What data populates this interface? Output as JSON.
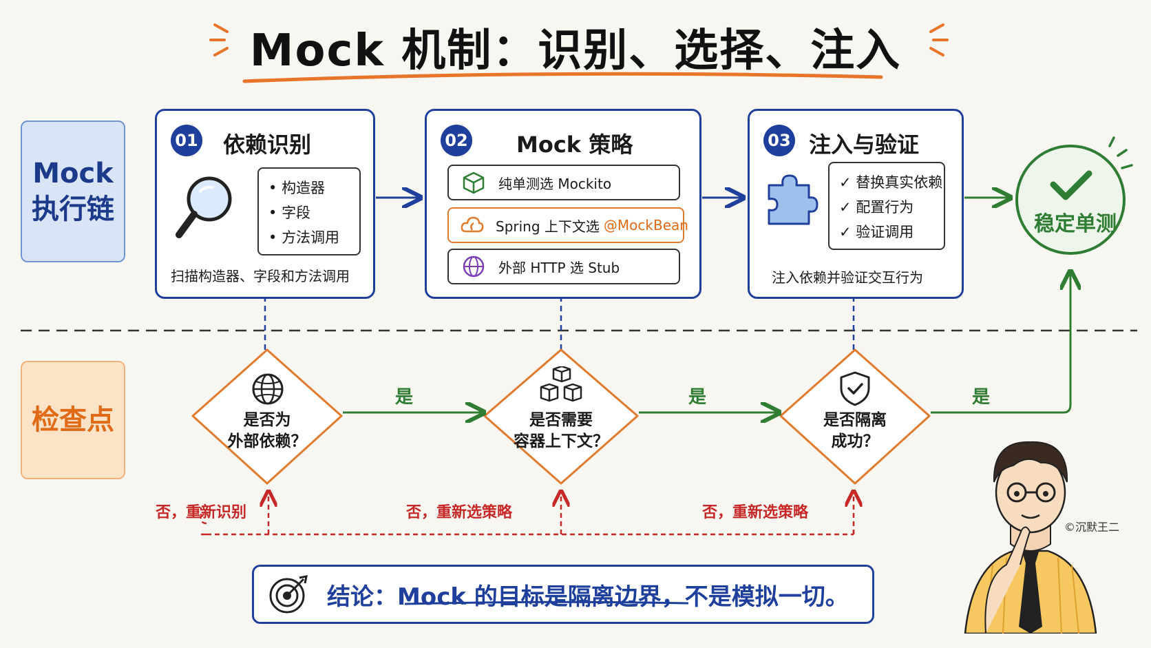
{
  "title": "Mock 机制：识别、选择、注入",
  "side_labels": {
    "chain": "Mock 执行链",
    "checkpoint": "检查点"
  },
  "stages": [
    {
      "number": "01",
      "title": "依赖识别",
      "icon": "magnifier-icon",
      "bullets": [
        "构造器",
        "字段",
        "方法调用"
      ],
      "caption": "扫描构造器、字段和方法调用"
    },
    {
      "number": "02",
      "title": "Mock 策略",
      "options": [
        {
          "icon": "cube-icon",
          "text": "纯单测选 Mockito",
          "accent": ""
        },
        {
          "icon": "spring-cloud-icon",
          "text": "Spring 上下文选",
          "accent": "@MockBean"
        },
        {
          "icon": "globe-icon",
          "text": "外部 HTTP 选 Stub",
          "accent": ""
        }
      ]
    },
    {
      "number": "03",
      "title": "注入与验证",
      "icon": "puzzle-icon",
      "bullets": [
        "替换真实依赖",
        "配置行为",
        "验证调用"
      ],
      "caption": "注入依赖并验证交互行为"
    }
  ],
  "goal": "稳定单测",
  "checks": [
    {
      "icon": "globe-icon",
      "text": [
        "是否为",
        "外部依赖？"
      ],
      "yes": "是",
      "no": "否，重新识别"
    },
    {
      "icon": "boxes-icon",
      "text": [
        "是否需要",
        "容器上下文？"
      ],
      "yes": "是",
      "no": "否，重新选策略"
    },
    {
      "icon": "shield-check-icon",
      "text": [
        "是否隔离",
        "成功？"
      ],
      "yes": "是",
      "no": "否，重新选策略"
    }
  ],
  "conclusion": "结论：Mock 的目标是隔离边界，不是模拟一切。",
  "watermark": "©沉默王二",
  "colors": {
    "primary": "#1f3f9c",
    "success": "#2e7d32",
    "warning": "#e07a2c",
    "error": "#c62828",
    "background": "#f8f6f0"
  }
}
